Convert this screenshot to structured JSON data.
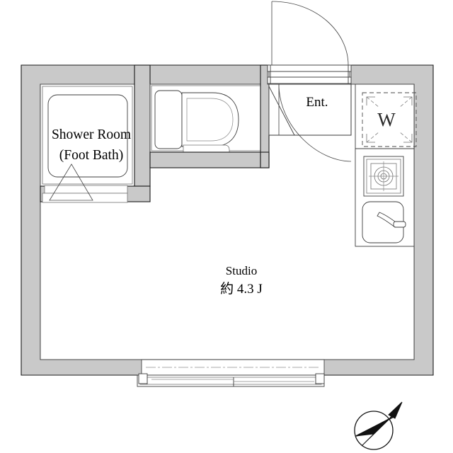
{
  "plan": {
    "title": "Studio Apartment Floor Plan",
    "rooms": [
      {
        "id": "shower",
        "name_line1": "Shower Room",
        "name_line2": "(Foot Bath)"
      },
      {
        "id": "entrance",
        "name": "Ent."
      },
      {
        "id": "studio",
        "name": "Studio",
        "area": "約 4.3 J"
      },
      {
        "id": "laundry",
        "name": "W"
      }
    ],
    "labels": {
      "shower_room": "Shower Room",
      "foot_bath": "(Foot Bath)",
      "entrance": "Ent.",
      "studio": "Studio",
      "studio_area": "約 4.3 J",
      "washer": "W"
    },
    "fixtures": [
      {
        "name": "bathtub",
        "room": "shower"
      },
      {
        "name": "shower-door",
        "room": "shower"
      },
      {
        "name": "toilet",
        "room": "toilet"
      },
      {
        "name": "toilet-tank",
        "room": "toilet"
      },
      {
        "name": "washing-machine-space",
        "room": "laundry"
      },
      {
        "name": "gas-stove",
        "room": "kitchen"
      },
      {
        "name": "kitchen-sink",
        "room": "kitchen"
      },
      {
        "name": "kitchen-faucet",
        "room": "kitchen"
      },
      {
        "name": "entry-door",
        "room": "entrance"
      },
      {
        "name": "interior-door",
        "room": "entrance"
      },
      {
        "name": "balcony-sliding-window",
        "room": "studio"
      }
    ],
    "compass": {
      "name": "north-arrow",
      "direction": "north-east"
    },
    "colors": {
      "wall": "#c9c9c9",
      "wall_outline": "#1a1a1a",
      "floor": "#ffffff",
      "line": "#3d3d3d",
      "text": "#000000",
      "background": "#ffffff"
    }
  }
}
